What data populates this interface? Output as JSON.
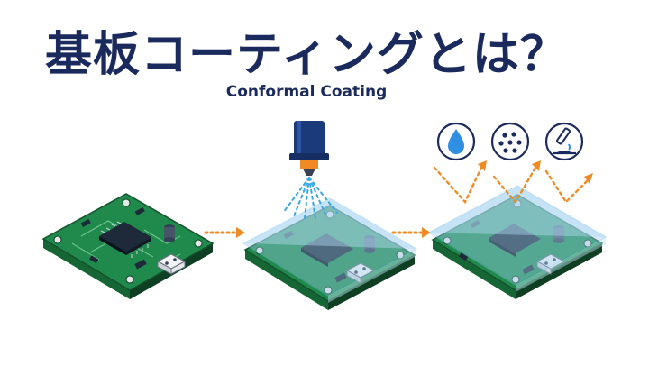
{
  "header": {
    "title": "基板コーティングとは？",
    "subtitle": "Conformal Coating"
  },
  "colors": {
    "title": "#1b2a5c",
    "pcb": "#1f8a4c",
    "pcb_edge": "#14532d",
    "coating": "#9ecfee",
    "arrow_dots": "#f08a24",
    "nozzle": "#1b3a7a",
    "spray": "#3aa8e0",
    "chip": "#1e2a3a"
  },
  "diagram": {
    "steps": [
      {
        "name": "uncoated-board"
      },
      {
        "name": "spraying-coating"
      },
      {
        "name": "protected-board"
      }
    ],
    "hazard_icons": [
      {
        "icon": "water-drop-icon"
      },
      {
        "icon": "dust-icon"
      },
      {
        "icon": "chemical-icon"
      }
    ]
  }
}
